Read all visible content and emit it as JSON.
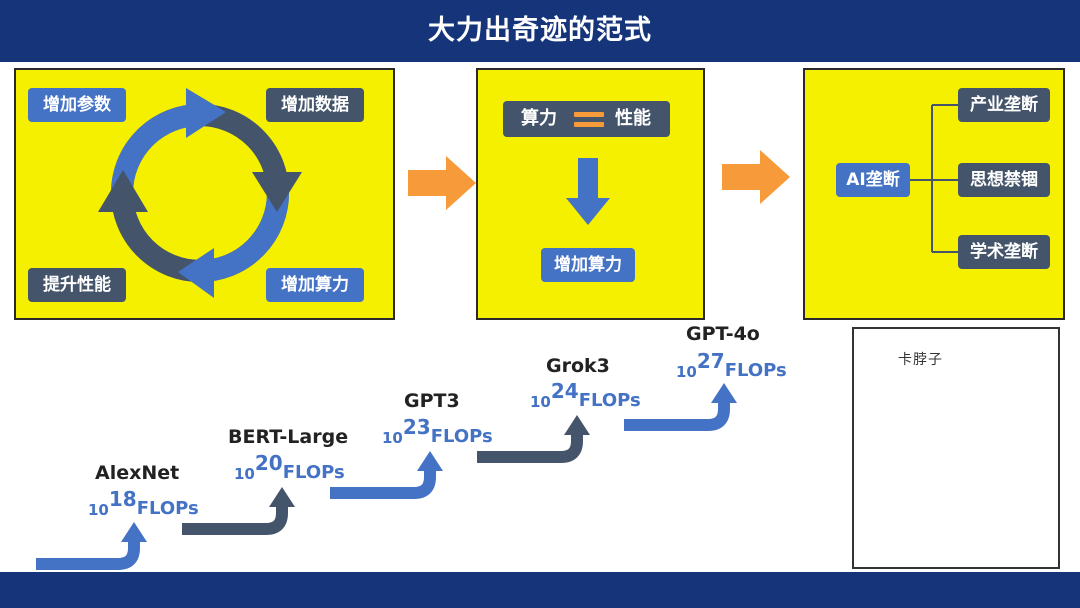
{
  "title": "大力出奇迹的范式",
  "cycle": {
    "labels": [
      "增加参数",
      "增加数据",
      "提升性能",
      "增加算力"
    ]
  },
  "equation": {
    "left": "算力",
    "right": "性能",
    "result": "增加算力"
  },
  "monopoly": {
    "center": "AI垄断",
    "branches": [
      "产业垄断",
      "思想禁锢",
      "学术垄断"
    ]
  },
  "steps": [
    {
      "name": "AlexNet",
      "base": "10",
      "exp": "18",
      "unit": "FLOPs"
    },
    {
      "name": "BERT-Large",
      "base": "10",
      "exp": "20",
      "unit": "FLOPs"
    },
    {
      "name": "GPT3",
      "base": "10",
      "exp": "23",
      "unit": "FLOPs"
    },
    {
      "name": "Grok3",
      "base": "10",
      "exp": "24",
      "unit": "FLOPs"
    },
    {
      "name": "GPT-4o",
      "base": "10",
      "exp": "27",
      "unit": "FLOPs"
    }
  ],
  "comic": {
    "caption": "卡脖子"
  },
  "colors": {
    "header": "#15347a",
    "panel": "#f4f000",
    "blue": "#4472c4",
    "slate": "#44546a",
    "orange": "#f79a3a"
  }
}
